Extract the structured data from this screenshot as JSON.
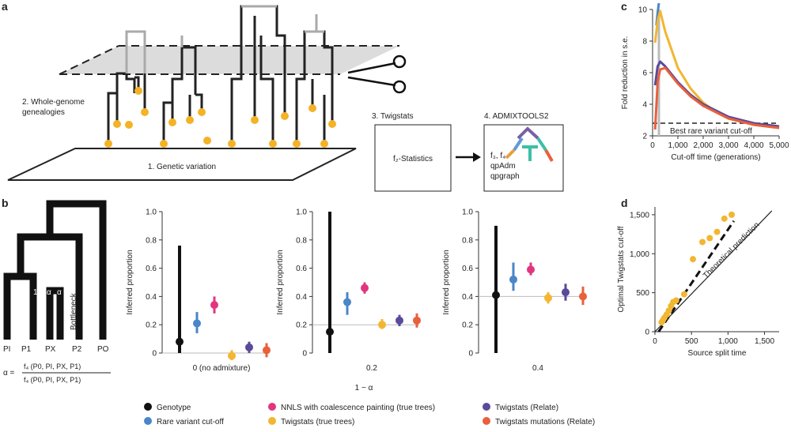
{
  "panel_letters": {
    "a": "a",
    "b": "b",
    "c": "c",
    "d": "d"
  },
  "panel_a": {
    "genetic_variation": "1. Genetic variation",
    "genealogies_line1": "2. Whole-genome",
    "genealogies_line2": "genealogies",
    "twigstats_title": "3. Twigstats",
    "f2_statistics": "f₂-Statistics",
    "admixtools_title": "4. ADMIXTOOLS2",
    "admix_f": "f₃, f₄",
    "admix_qpadm": "qpAdm",
    "admix_qpgraph": "qpgraph"
  },
  "panel_b_tree": {
    "leaves": [
      "PI",
      "P1",
      "PX",
      "P2",
      "PO"
    ],
    "one_minus_alpha": "1 − α",
    "alpha": "α",
    "bottleneck": "Bottleneck",
    "formula_lhs": "α =",
    "formula_num": "f₄ (P0, PI, PX, P1)",
    "formula_den": "f₄ (P0, PI, PX, P1)"
  },
  "colors": {
    "Genotype": "#111111",
    "Rare variant cut-off": "#4a86c8",
    "NNLS with coalescence painting (true trees)": "#e2357f",
    "Twigstats (true trees)": "#f2b630",
    "Twigstats (Relate)": "#5b4a9a",
    "Twigstats mutations (Relate)": "#e8603c"
  },
  "legend": {
    "genotype": "Genotype",
    "rare": "Rare variant cut-off",
    "nnls": "NNLS with coalescence painting (true trees)",
    "twig_true": "Twigstats (true trees)",
    "twig_relate": "Twigstats (Relate)",
    "twig_mut": "Twigstats mutations (Relate)"
  },
  "chart_data": [
    {
      "panel": "b",
      "type": "scatter",
      "ylabel": "Inferred proportion",
      "xlabel": "1 − α",
      "ylim": [
        0,
        1.0
      ],
      "yticks": [
        "0",
        "0.2",
        "0.4",
        "0.6",
        "0.8",
        "1.0"
      ],
      "groups": [
        {
          "label": "0 (no admixture)",
          "truth": 0.0,
          "points": [
            {
              "series": "Genotype",
              "y": 0.08,
              "lo": 0.0,
              "hi": 0.76
            },
            {
              "series": "Rare variant cut-off",
              "y": 0.21,
              "lo": 0.14,
              "hi": 0.29
            },
            {
              "series": "NNLS with coalescence painting (true trees)",
              "y": 0.34,
              "lo": 0.28,
              "hi": 0.4
            },
            {
              "series": "Twigstats (true trees)",
              "y": -0.02,
              "lo": -0.05,
              "hi": 0.02
            },
            {
              "series": "Twigstats (Relate)",
              "y": 0.04,
              "lo": 0.0,
              "hi": 0.08
            },
            {
              "series": "Twigstats mutations (Relate)",
              "y": 0.02,
              "lo": -0.03,
              "hi": 0.07
            }
          ]
        },
        {
          "label": "0.2",
          "truth": 0.2,
          "points": [
            {
              "series": "Genotype",
              "y": 0.15,
              "lo": 0.0,
              "hi": 1.0
            },
            {
              "series": "Rare variant cut-off",
              "y": 0.36,
              "lo": 0.27,
              "hi": 0.43
            },
            {
              "series": "NNLS with coalescence painting (true trees)",
              "y": 0.46,
              "lo": 0.42,
              "hi": 0.5
            },
            {
              "series": "Twigstats (true trees)",
              "y": 0.2,
              "lo": 0.17,
              "hi": 0.24
            },
            {
              "series": "Twigstats (Relate)",
              "y": 0.23,
              "lo": 0.19,
              "hi": 0.27
            },
            {
              "series": "Twigstats mutations (Relate)",
              "y": 0.23,
              "lo": 0.18,
              "hi": 0.28
            }
          ]
        },
        {
          "label": "0.4",
          "truth": 0.4,
          "points": [
            {
              "series": "Genotype",
              "y": 0.41,
              "lo": 0.0,
              "hi": 0.9
            },
            {
              "series": "Rare variant cut-off",
              "y": 0.52,
              "lo": 0.44,
              "hi": 0.64
            },
            {
              "series": "NNLS with coalescence painting (true trees)",
              "y": 0.59,
              "lo": 0.55,
              "hi": 0.64
            },
            {
              "series": "Twigstats (true trees)",
              "y": 0.39,
              "lo": 0.35,
              "hi": 0.43
            },
            {
              "series": "Twigstats (Relate)",
              "y": 0.43,
              "lo": 0.37,
              "hi": 0.49
            },
            {
              "series": "Twigstats mutations (Relate)",
              "y": 0.4,
              "lo": 0.34,
              "hi": 0.47
            }
          ]
        }
      ]
    },
    {
      "panel": "c",
      "type": "line",
      "xlabel": "Cut-off time (generations)",
      "ylabel": "Fold reduction in s.e.",
      "xlim": [
        0,
        5000
      ],
      "ylim": [
        2,
        10
      ],
      "xticks": [
        "0",
        "1,000",
        "2,000",
        "3,000",
        "4,000",
        "5,000"
      ],
      "yticks": [
        "2",
        "4",
        "6",
        "8",
        "10"
      ],
      "hline": 2.8,
      "hline_label": "Best rare variant cut-off",
      "series": [
        {
          "color": "Rare variant cut-off",
          "x": [
            150,
            200,
            250
          ],
          "y": [
            9.0,
            9.8,
            10.4
          ]
        },
        {
          "color": "Twigstats (true trees)",
          "x": [
            100,
            200,
            300,
            500,
            1000,
            1500,
            2000,
            2500,
            3000,
            3500,
            4000,
            4500,
            5000
          ],
          "y": [
            7.9,
            9.3,
            9.9,
            8.6,
            6.3,
            5.0,
            4.1,
            3.5,
            3.1,
            2.9,
            2.7,
            2.6,
            2.5
          ]
        },
        {
          "color": "Twigstats (Relate)",
          "x": [
            100,
            200,
            300,
            500,
            1000,
            1500,
            2000,
            2500,
            3000,
            3500,
            4000,
            4500,
            5000
          ],
          "y": [
            5.2,
            6.4,
            6.7,
            6.4,
            5.4,
            4.6,
            4.0,
            3.6,
            3.2,
            3.0,
            2.8,
            2.7,
            2.6
          ]
        },
        {
          "color": "Twigstats mutations (Relate)",
          "x": [
            100,
            200,
            300,
            500,
            1000,
            1500,
            2000,
            2500,
            3000,
            3500,
            4000,
            4500,
            5000
          ],
          "y": [
            2.4,
            5.4,
            6.2,
            6.3,
            5.3,
            4.5,
            3.9,
            3.5,
            3.1,
            2.9,
            2.7,
            2.6,
            2.5
          ]
        }
      ]
    },
    {
      "panel": "d",
      "type": "scatter",
      "xlabel": "Source split time",
      "ylabel": "Optimal Twigstats cut-off",
      "xlim": [
        0,
        1700
      ],
      "ylim": [
        0,
        1600
      ],
      "xticks": [
        "0",
        "500",
        "1,000",
        "1,500"
      ],
      "yticks": [
        "0",
        "500",
        "1,000",
        "1,500"
      ],
      "annotation": "Theoretical prediction",
      "points": [
        [
          90,
          120
        ],
        [
          110,
          150
        ],
        [
          130,
          180
        ],
        [
          160,
          220
        ],
        [
          190,
          270
        ],
        [
          220,
          330
        ],
        [
          250,
          380
        ],
        [
          290,
          400
        ],
        [
          400,
          480
        ],
        [
          520,
          930
        ],
        [
          650,
          1150
        ],
        [
          750,
          1200
        ],
        [
          850,
          1280
        ],
        [
          950,
          1450
        ],
        [
          1050,
          1500
        ]
      ]
    }
  ]
}
